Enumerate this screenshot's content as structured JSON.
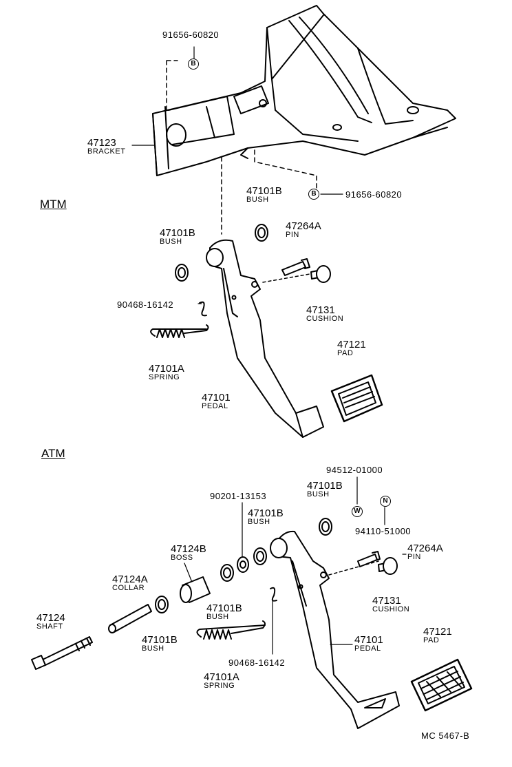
{
  "sections": {
    "mtm": "MTM",
    "atm": "ATM"
  },
  "mtm": {
    "bolt_top": "91656-60820",
    "bolt_top_sym": "B",
    "bracket_pn": "47123",
    "bracket_nm": "BRACKET",
    "bolt_right": "91656-60820",
    "bolt_right_sym": "B",
    "bush_r_pn": "47101B",
    "bush_r_nm": "BUSH",
    "bush_l_pn": "47101B",
    "bush_l_nm": "BUSH",
    "pin_pn": "47264A",
    "pin_nm": "PIN",
    "clip": "90468-16142",
    "cushion_pn": "47131",
    "cushion_nm": "CUSHION",
    "spring_pn": "47101A",
    "spring_nm": "SPRING",
    "pad_pn": "47121",
    "pad_nm": "PAD",
    "pedal_pn": "47101",
    "pedal_nm": "PEDAL"
  },
  "atm": {
    "washer_pn": "94512-01000",
    "washer_sym": "W",
    "nut_pn": "94110-51000",
    "nut_sym": "N",
    "bush1_pn": "47101B",
    "bush1_nm": "BUSH",
    "spacer_pn": "90201-13153",
    "bush2_pn": "47101B",
    "bush2_nm": "BUSH",
    "boss_pn": "47124B",
    "boss_nm": "BOSS",
    "pin_pn": "47264A",
    "pin_nm": "PIN",
    "collar_pn": "47124A",
    "collar_nm": "COLLAR",
    "cushion_pn": "47131",
    "cushion_nm": "CUSHION",
    "bush3_pn": "47101B",
    "bush3_nm": "BUSH",
    "shaft_pn": "47124",
    "shaft_nm": "SHAFT",
    "bush4_pn": "47101B",
    "bush4_nm": "BUSH",
    "pedal_pn": "47101",
    "pedal_nm": "PEDAL",
    "pad_pn": "47121",
    "pad_nm": "PAD",
    "clip": "90468-16142",
    "spring_pn": "47101A",
    "spring_nm": "SPRING"
  },
  "footer": "MC  5467-B"
}
